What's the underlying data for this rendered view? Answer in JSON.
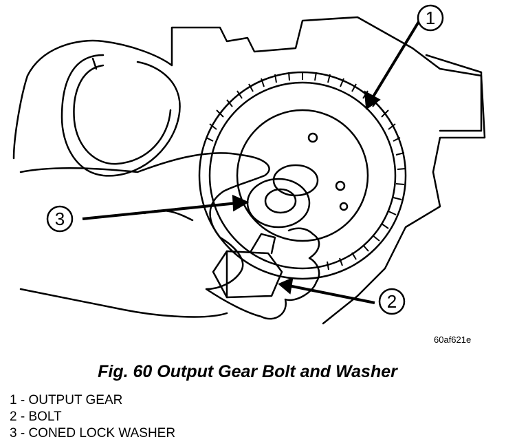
{
  "figure": {
    "id_code": "60af621e",
    "caption": "Fig. 60 Output Gear Bolt and Washer",
    "callouts": [
      "1",
      "2",
      "3"
    ],
    "legend": [
      "1 - OUTPUT GEAR",
      "2 - BOLT",
      "3 - CONED LOCK WASHER"
    ]
  }
}
